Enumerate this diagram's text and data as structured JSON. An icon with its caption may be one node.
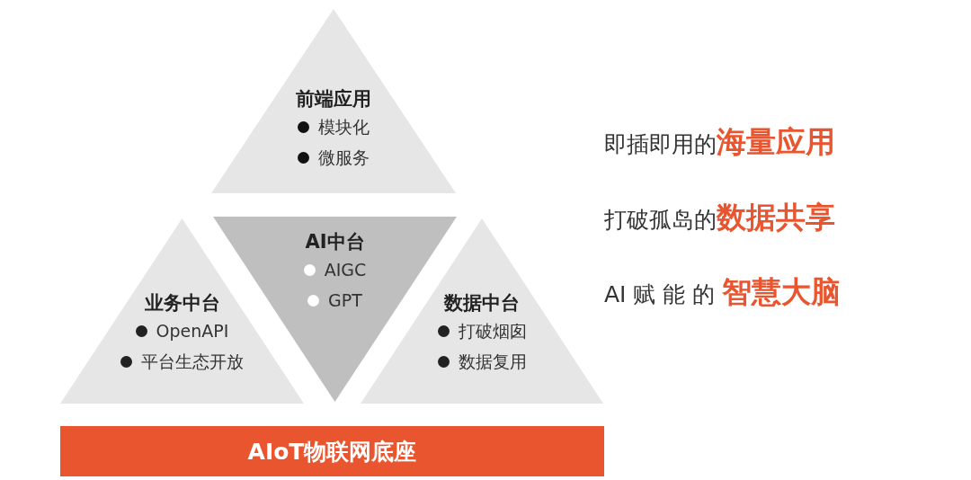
{
  "diagram": {
    "nodes": [
      {
        "text": [
          "前端应用",
          "模块化",
          "微服务"
        ]
      },
      {
        "text": [
          "业务中台",
          "OpenAPI",
          "平台生态开放"
        ]
      },
      {
        "text": [
          "AI中台",
          "AIGC",
          "GPT"
        ]
      },
      {
        "text": [
          "数据中台",
          "打破烟囱",
          "数据复用"
        ]
      },
      {
        "text": [
          "AIoT物联网底座"
        ]
      }
    ],
    "labels": [
      "即插即用的**海量应用**",
      "打破孤岛的**数据共享**",
      "AI 赋 能 的 **智慧大脑**"
    ]
  }
}
